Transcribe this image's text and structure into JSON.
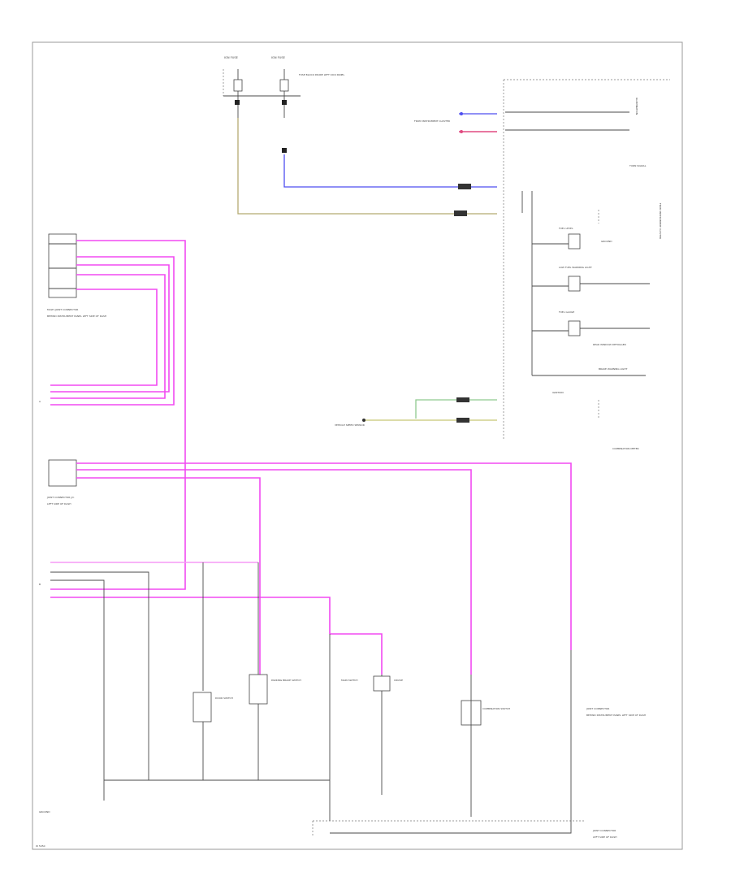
{
  "figure_id": "W 5050",
  "labels": {
    "big_label_a": "IGN FUSE",
    "big_label_b": "IGN FUSE",
    "fuse_box": "FUSE BLOCK INSIDE LEFT KICK PANEL",
    "left_top": "MULTI-JOINT CONNECTOR",
    "left_top_sub": "BEHIND INSTRUMENT PANEL LEFT SIDE OF DASH",
    "left_mid": "JOINT CONNECTOR J/C",
    "left_mid_sub": "LEFT SIDE OF DASH",
    "combination_meter": "COMBINATION METER",
    "cluster_side": "FROM INSTRUMENT CLUSTER",
    "ground_label": "GROUND",
    "fuel_level": "FUEL LEVEL",
    "low_fuel_warning": "LOW FUEL WARNING LIGHT",
    "fuel_gauge": "FUEL GAUGE",
    "illumination": "ILLUMINATION",
    "brake": "BRAKE WARNING LIGHT",
    "rear_window": "REAR WINDOW DEFOGGER",
    "turn_signal": "TURN SIGNAL",
    "ignition": "IGNITION",
    "speed_sensor": "VEHICLE SPEED SENSOR",
    "door_switch": "DOOR SWITCH",
    "parking_brake": "PARKING BRAKE SWITCH",
    "main_sw": "MAIN SWITCH",
    "cruise": "CRUISE",
    "combination_sw": "COMBINATION SWITCH",
    "right_conn": "JOINT CONNECTOR",
    "right_conn_sub": "BEHIND INSTRUMENT PANEL LEFT SIDE OF DASH",
    "rear_conn": "JOINT CONNECTOR",
    "rear_conn_sub": "LEFT SIDE OF DASH",
    "gnd_label": "GROUND",
    "a_label": "A",
    "b_label": "B"
  },
  "wire_colors": {
    "pink": "#f24af2",
    "blue": "#4e4ef0",
    "tan": "#b5ab72",
    "yellow": "#c8c873",
    "gray": "#4a4a4a",
    "green": "#8fc98f"
  }
}
